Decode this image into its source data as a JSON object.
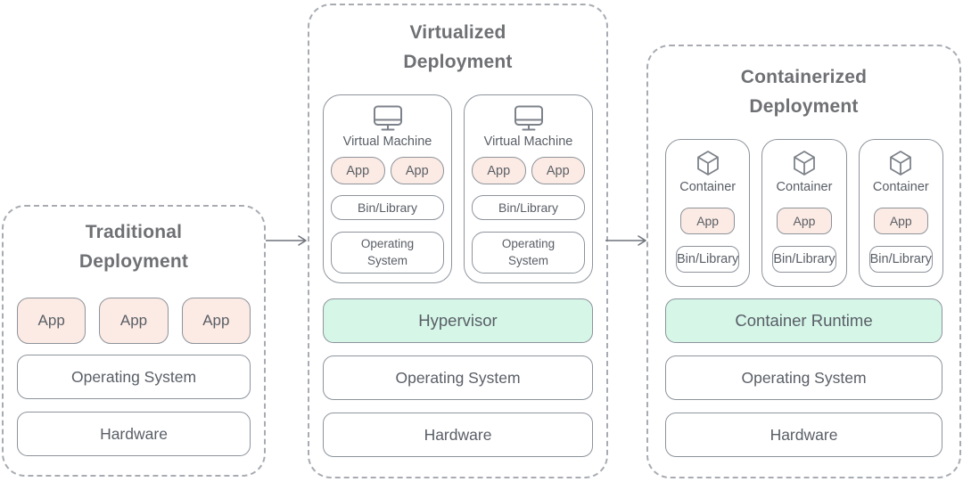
{
  "colors": {
    "app_fill": "#fcebe4",
    "runtime_fill": "#d6f6e8",
    "box_border": "#8d939b",
    "dashed_border": "#a8acb2",
    "title_text": "#6e7074",
    "label_text": "#595e66",
    "icon_stroke": "#7d828a",
    "arrow_stroke": "#6f747b"
  },
  "icons": {
    "virtual_machine": "monitor-icon",
    "container": "cube-icon",
    "transition": "arrow-right-icon"
  },
  "panels": {
    "traditional": {
      "title": "Traditional Deployment",
      "apps": [
        "App",
        "App",
        "App"
      ],
      "os_label": "Operating System",
      "hardware_label": "Hardware"
    },
    "virtualized": {
      "title": "Virtualized Deployment",
      "vms": [
        {
          "label": "Virtual Machine",
          "apps": [
            "App",
            "App"
          ],
          "bin_label": "Bin/Library",
          "os_label": "Operating System"
        },
        {
          "label": "Virtual Machine",
          "apps": [
            "App",
            "App"
          ],
          "bin_label": "Bin/Library",
          "os_label": "Operating System"
        }
      ],
      "hypervisor_label": "Hypervisor",
      "os_label": "Operating System",
      "hardware_label": "Hardware"
    },
    "containerized": {
      "title": "Containerized Deployment",
      "containers": [
        {
          "label": "Container",
          "app_label": "App",
          "bin_label": "Bin/Library"
        },
        {
          "label": "Container",
          "app_label": "App",
          "bin_label": "Bin/Library"
        },
        {
          "label": "Container",
          "app_label": "App",
          "bin_label": "Bin/Library"
        }
      ],
      "runtime_label": "Container Runtime",
      "os_label": "Operating System",
      "hardware_label": "Hardware"
    }
  }
}
